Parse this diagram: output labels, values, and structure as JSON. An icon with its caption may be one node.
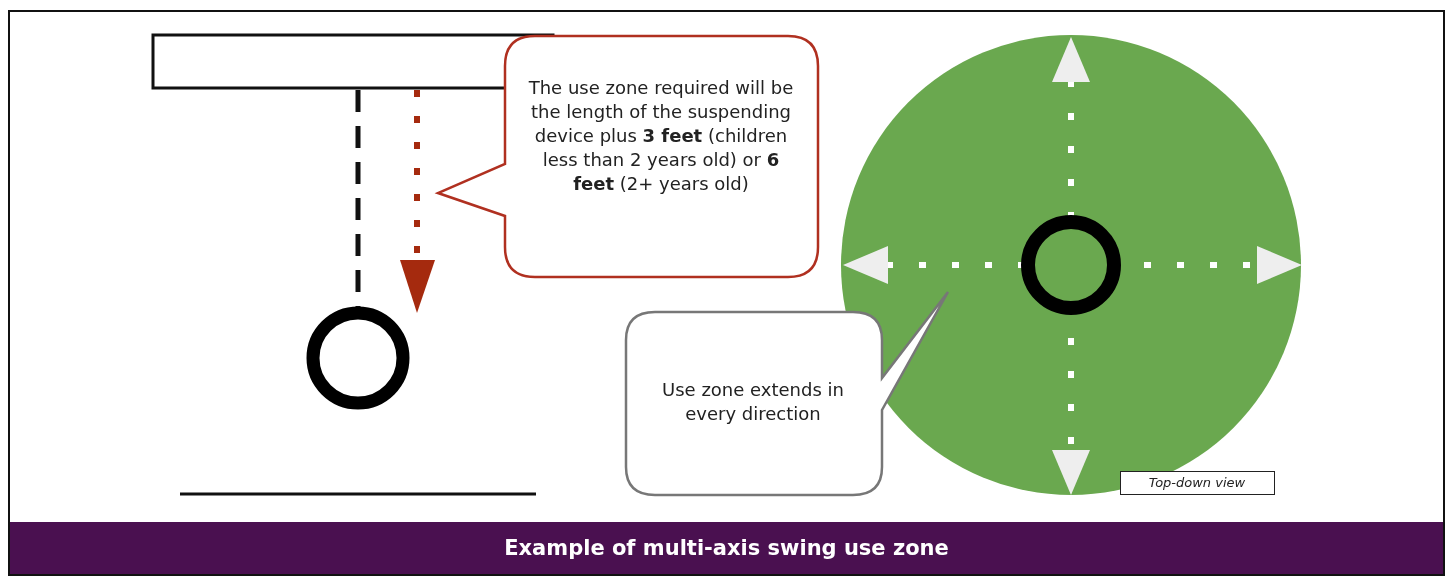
{
  "diagram": {
    "caption": "Example of multi-axis swing use zone",
    "nodes": [
      {
        "text": [
          "The use zone required will be the length of the suspending device plus **3 feet** (children less than 2 years old) or **6 feet** (2+ years old)"
        ]
      },
      {
        "text": [
          "Use zone extends in every direction"
        ]
      },
      {
        "text": [
          "Top-down view"
        ]
      }
    ]
  }
}
